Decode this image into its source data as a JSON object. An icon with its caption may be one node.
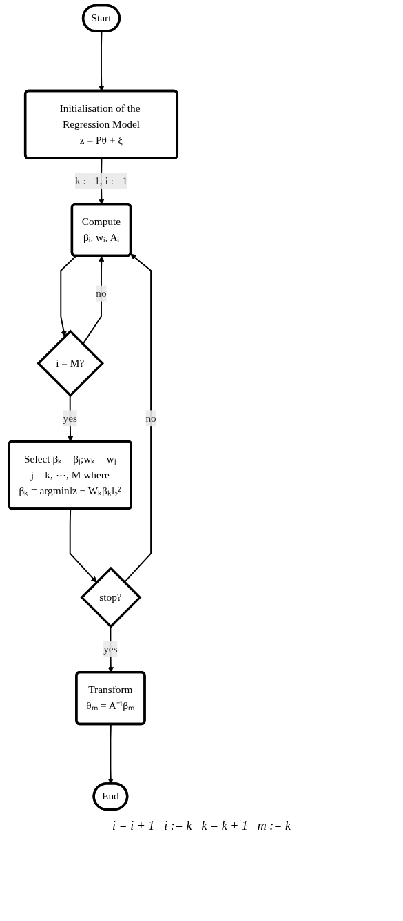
{
  "diagram": {
    "nodes": [
      {
        "text": [
          "Start"
        ]
      },
      {
        "text": [
          "Initialisation of the Regression Model",
          "z = Pθ + ξ"
        ]
      },
      {
        "text": [
          "Compute",
          "βᵢ, wᵢ, Aᵢ"
        ]
      },
      {
        "text": [
          "i = M?"
        ]
      },
      {
        "text": [
          "Select βₖ = βⱼ;wₖ = wⱼ",
          "j = k, ⋯, M where",
          "βₖ = argmin‖z − Wₖβₖ‖₂²"
        ]
      },
      {
        "text": [
          "stop?"
        ]
      },
      {
        "text": [
          "Transform",
          "θₘ = A⁻¹βₘ"
        ]
      },
      {
        "text": [
          "End"
        ]
      }
    ],
    "edges": [
      {
        "from": 0,
        "to": 1,
        "arrow": "to"
      },
      {
        "from": 1,
        "to": 2,
        "arrow": "to",
        "label": "k := 1, i := 1"
      },
      {
        "from": 2,
        "to": 3,
        "arrow": "to"
      },
      {
        "from": 3,
        "to": 2,
        "arrow": "to",
        "label": "no"
      },
      {
        "from": 3,
        "to": 4,
        "arrow": "to",
        "label": "yes"
      },
      {
        "from": 4,
        "to": 5,
        "arrow": "to"
      },
      {
        "from": 5,
        "to": 2,
        "arrow": "to",
        "label": "no"
      },
      {
        "from": 5,
        "to": 6,
        "arrow": "to",
        "label": "yes"
      },
      {
        "from": 6,
        "to": 7,
        "arrow": "to"
      }
    ],
    "labels": [
      "i = i + 1",
      "i := k",
      "k = k + 1",
      "m := k"
    ]
  }
}
